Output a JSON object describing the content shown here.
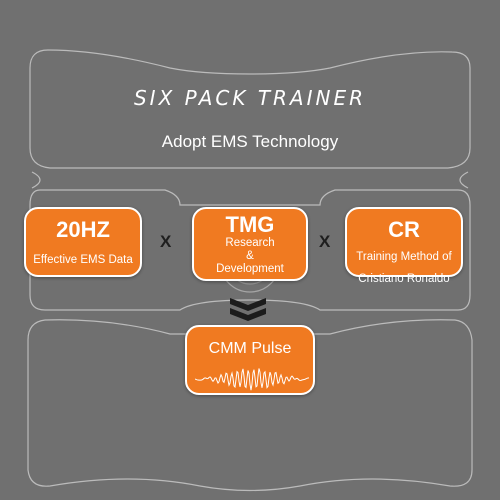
{
  "title": "SIX PACK TRAINER",
  "subtitle": "Adopt EMS Technology",
  "factors": [
    {
      "headline": "20HZ",
      "caption": "Effective EMS Data"
    },
    {
      "headline": "TMG",
      "caption_lines": [
        "Research",
        "&",
        "Development"
      ]
    },
    {
      "headline": "CR",
      "caption_lines": [
        "Training Method of",
        "Cristiano Ronaldo"
      ]
    }
  ],
  "operator": "X",
  "result": {
    "headline": "CMM Pulse"
  },
  "colors": {
    "accent": "#f07a21",
    "background": "#707070",
    "outline": "#d9d9d9"
  }
}
